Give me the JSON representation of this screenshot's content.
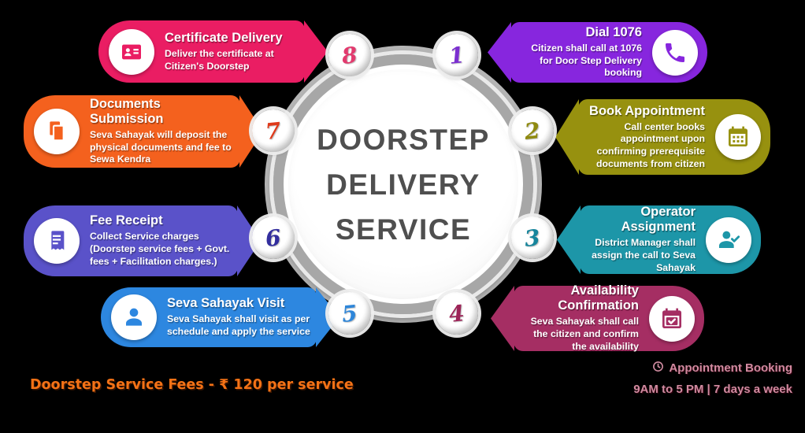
{
  "center": {
    "line1": "DOORSTEP",
    "line2": "DELIVERY",
    "line3": "SERVICE"
  },
  "steps": [
    {
      "number": "1",
      "title": "Dial 1076",
      "description": "Citizen shall call at 1076 for Door Step Delivery booking",
      "color": "#8726de",
      "number_color": "#7b2fd0",
      "icon": "phone-icon"
    },
    {
      "number": "2",
      "title": "Book Appointment",
      "description": "Call center books appointment upon confirming prerequisite documents from citizen",
      "color": "#97910f",
      "number_color": "#8f8a10",
      "icon": "calendar-icon"
    },
    {
      "number": "3",
      "title": "Operator Assignment",
      "description": "District Manager shall assign the call to Seva Sahayak",
      "color": "#1d96a8",
      "number_color": "#17859c",
      "icon": "person-check-icon"
    },
    {
      "number": "4",
      "title": "Availability Confirmation",
      "description": "Seva Sahayak shall call the citizen and confirm the availability",
      "color": "#a52e63",
      "number_color": "#9c2357",
      "icon": "calendar-check-icon"
    },
    {
      "number": "5",
      "title": "Seva Sahayak Visit",
      "description": "Seva Sahayak shall visit as per schedule and apply the service",
      "color": "#2d87e0",
      "number_color": "#2e86d9",
      "icon": "person-icon"
    },
    {
      "number": "6",
      "title": "Fee Receipt",
      "description": "Collect Service charges (Doorstep service fees + Govt. fees + Facilitation charges.)",
      "color": "#5a52c9",
      "number_color": "#332e9e",
      "icon": "receipt-icon"
    },
    {
      "number": "7",
      "title": "Documents Submission",
      "description": "Seva Sahayak will deposit the physical documents and fee to Sewa Kendra",
      "color": "#f4611e",
      "number_color": "#df3a1b",
      "icon": "documents-icon"
    },
    {
      "number": "8",
      "title": "Certificate Delivery",
      "description": "Deliver the certificate at Citizen's Doorstep",
      "color": "#ea1d63",
      "number_color": "#e23a6e",
      "icon": "id-card-icon"
    }
  ],
  "footer": {
    "fees_note": "Doorstep Service Fees - ₹ 120 per service",
    "fees_color": "#f47216",
    "booking_icon": "clock-icon",
    "booking_title": "Appointment Booking",
    "booking_hours": "9AM to 5 PM | 7 days a week",
    "booking_color": "#cf8ba0"
  }
}
